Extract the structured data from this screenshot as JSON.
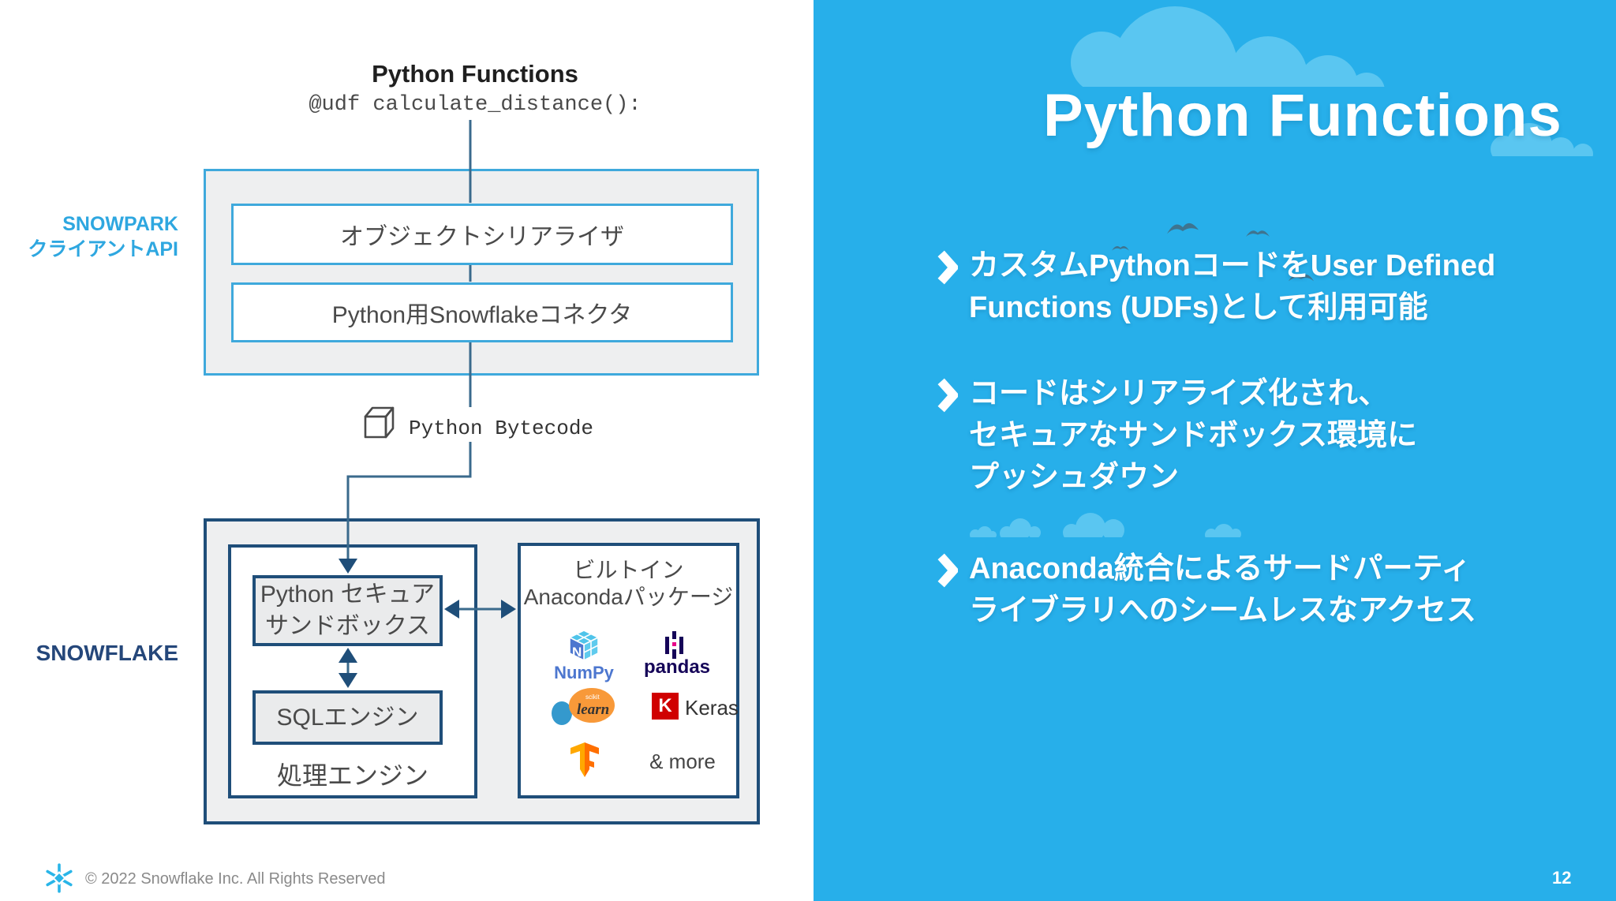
{
  "colors": {
    "accent_blue": "#29B5E8",
    "panel_blue": "#27AFEA",
    "navy_border": "#1F4E79",
    "blue_border": "#3FA9DC",
    "connector_line": "#3A6A8C",
    "cloud_blue": "#5AC6F1",
    "bird_slate": "#3E7490",
    "keras_red": "#D00000",
    "numpy_blue": "#4D77CF",
    "pandas_purple": "#150458",
    "sklearn_orange": "#F89939",
    "sklearn_blue": "#3499CD",
    "tensorflow_orange": "#FF8F00"
  },
  "left": {
    "title": "Python Functions",
    "code": "@udf calculate_distance():",
    "snowpark_label": [
      "SNOWPARK",
      "クライアントAPI"
    ],
    "serializer_box": "オブジェクトシリアライザ",
    "connector_box": "Python用Snowflakeコネクタ",
    "bytecode_label": "Python Bytecode",
    "snowflake_label": "SNOWFLAKE",
    "sandbox_box": [
      "Python セキュア",
      "サンドボックス"
    ],
    "sql_box": "SQLエンジン",
    "processing_label": "処理エンジン",
    "anaconda_title": [
      "ビルトイン",
      "Anacondaパッケージ"
    ],
    "packages": {
      "numpy": "NumPy",
      "pandas": "pandas",
      "sklearn_small": "scikit",
      "sklearn_script": "learn",
      "keras_k": "K",
      "keras": "Keras",
      "more": "& more"
    },
    "copyright": "© 2022 Snowflake Inc. All Rights Reserved"
  },
  "right": {
    "title": "Python Functions",
    "bullets": [
      {
        "lines": [
          "カスタムPythonコードをUser Defined",
          "Functions (UDFs)として利用可能"
        ]
      },
      {
        "lines": [
          "コードはシリアライズ化され、",
          "セキュアなサンドボックス環境に",
          "プッシュダウン"
        ]
      },
      {
        "lines": [
          "Anaconda統合によるサードパーティ",
          "ライブラリへのシームレスなアクセス"
        ]
      }
    ],
    "page_number": "12"
  }
}
